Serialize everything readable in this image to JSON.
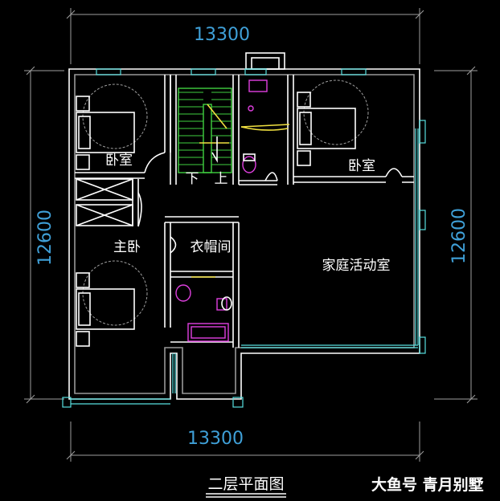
{
  "dimensions": {
    "top_width": "13300",
    "bottom_width": "13300",
    "left_depth": "12600",
    "right_depth": "12600"
  },
  "rooms": {
    "bedroom_left": "卧室",
    "bedroom_right": "卧室",
    "master_bedroom": "主卧",
    "cloakroom": "衣帽间",
    "family_room": "家庭活动室"
  },
  "stair_labels": {
    "down": "下",
    "up": "上"
  },
  "drawing_title": "二层平面图",
  "watermark": "大鱼号 青月别墅",
  "colors": {
    "background": "#000000",
    "walls": "#ffffff",
    "dimension_text": "#3fa0d8",
    "windows": "#58e0e0",
    "fixtures": "#e040e0",
    "stairs": "#40d040",
    "doors": "#f0e040"
  }
}
